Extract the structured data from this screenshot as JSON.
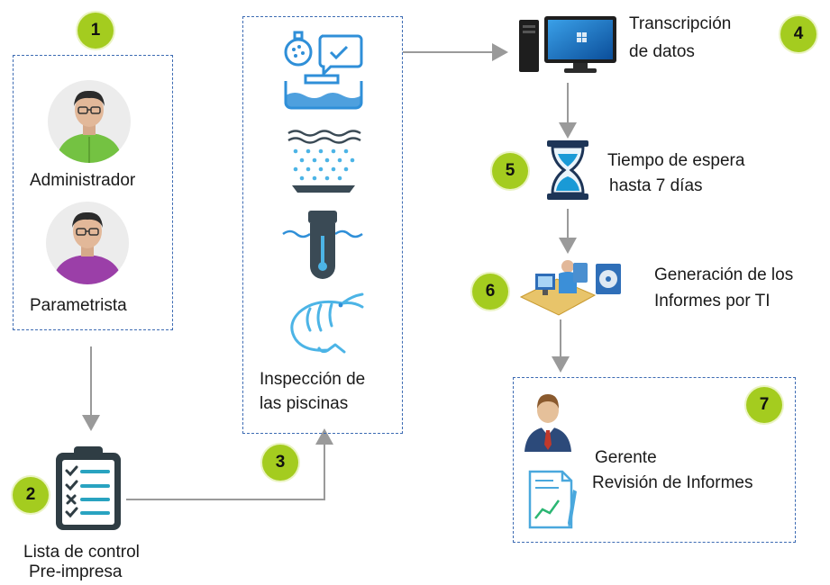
{
  "steps": {
    "s1": {
      "number": "1",
      "labels": [
        "Administrador",
        "Parametrista"
      ]
    },
    "s2": {
      "number": "2",
      "label_line1": "Lista de control",
      "label_line2": "Pre-impresa"
    },
    "s3": {
      "number": "3",
      "label_line1": "Inspección de",
      "label_line2": "las piscinas"
    },
    "s4": {
      "number": "4",
      "label_line1": "Transcripción",
      "label_line2": "de datos"
    },
    "s5": {
      "number": "5",
      "label_line1": "Tiempo de espera",
      "label_line2": "hasta 7 días"
    },
    "s6": {
      "number": "6",
      "label_line1": "Generación de los",
      "label_line2": "Informes por TI"
    },
    "s7": {
      "number": "7",
      "label_line1": "Gerente",
      "label_line2": "Revisión de Informes"
    }
  },
  "colors": {
    "badge": "#a4cc1f",
    "box_border": "#3d6bb3",
    "arrow": "#9a9a9a",
    "icon_blue": "#2f8fd8",
    "admin_shirt": "#74c242",
    "param_shirt": "#9b3fa8"
  },
  "icons": [
    "person-icon",
    "person-icon",
    "clipboard-checklist-icon",
    "aerator-monitor-icon",
    "water-filter-icon",
    "thermometer-icon",
    "shrimp-icon",
    "desktop-computer-icon",
    "hourglass-icon",
    "it-worker-icon",
    "disk-icon",
    "manager-icon",
    "report-chart-icon"
  ]
}
